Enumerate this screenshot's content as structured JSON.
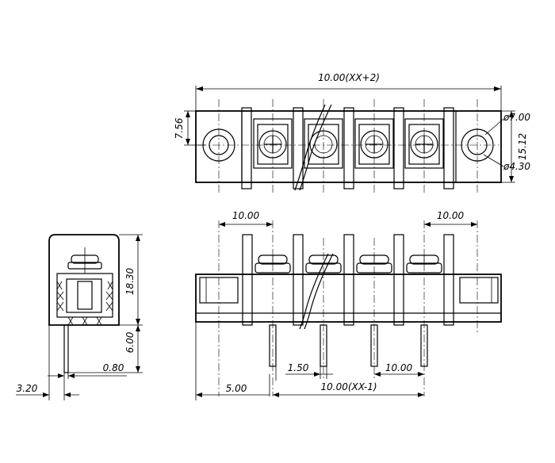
{
  "drawing": {
    "top_view": {
      "overall_length": "10.00(XX+2)",
      "height_left": "7.56",
      "height_right": "15.12",
      "hole_outer": "ø7.00",
      "hole_inner": "ø4.30"
    },
    "front_view": {
      "pitch_left": "10.00",
      "pitch_right": "10.00",
      "pin_offset": "1.50",
      "pin_pitch": "10.00",
      "end_offset": "5.00",
      "span": "10.00(XX-1)"
    },
    "side_view": {
      "body_height": "18.30",
      "pin_length": "6.00",
      "pin_width": "0.80",
      "offset": "3.20"
    }
  }
}
